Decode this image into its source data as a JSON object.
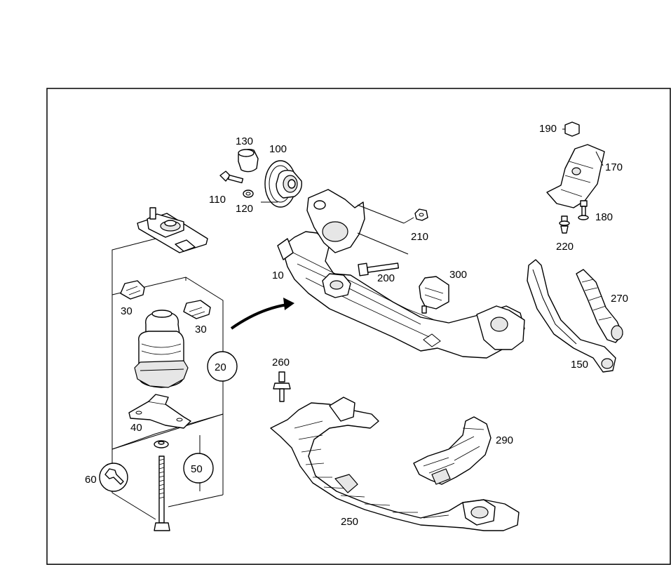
{
  "labels": {
    "l10": "10",
    "l20": "20",
    "l30a": "30",
    "l30b": "30",
    "l40": "40",
    "l50": "50",
    "l60": "60",
    "l100": "100",
    "l110": "110",
    "l120": "120",
    "l130": "130",
    "l150": "150",
    "l170": "170",
    "l180": "180",
    "l190": "190",
    "l200": "200",
    "l210": "210",
    "l220": "220",
    "l250": "250",
    "l260": "260",
    "l270": "270",
    "l290": "290",
    "l300": "300"
  }
}
